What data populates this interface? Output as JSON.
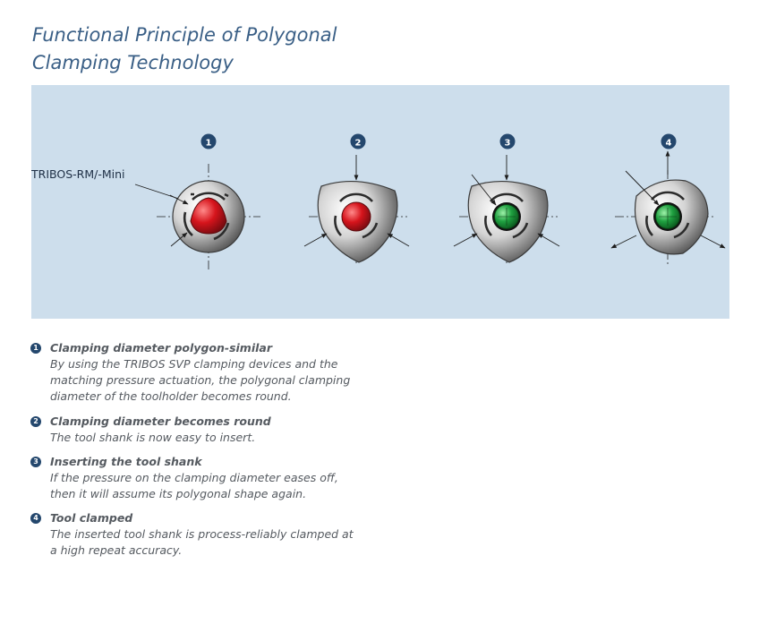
{
  "title": {
    "line1": "Functional Principle of Polygonal",
    "line2": "Clamping Technology"
  },
  "diagram": {
    "callout_label": "TRIBOS-RM/-Mini",
    "step_numbers": [
      "1",
      "2",
      "3",
      "4"
    ],
    "colors": {
      "panel_bg": "#cddeec",
      "badge": "#24476d",
      "shank_unclamped": "#c8131b",
      "shank_clamped": "#1b9a3c",
      "title": "#3a5f86"
    }
  },
  "steps": [
    {
      "number": "1",
      "heading": "Clamping diameter polygon-similar",
      "description": "By using the TRIBOS SVP clamping devices and the\nmatching pressure actuation, the polygonal clamping\ndiameter of the toolholder becomes round."
    },
    {
      "number": "2",
      "heading": "Clamping diameter becomes round",
      "description": "The tool shank is now easy to insert."
    },
    {
      "number": "3",
      "heading": "Inserting the tool shank",
      "description": "If the pressure on the clamping diameter eases off,\nthen it will assume its polygonal shape again."
    },
    {
      "number": "4",
      "heading": "Tool clamped",
      "description": "The inserted tool shank is process-reliably clamped at\na high repeat accuracy."
    }
  ]
}
